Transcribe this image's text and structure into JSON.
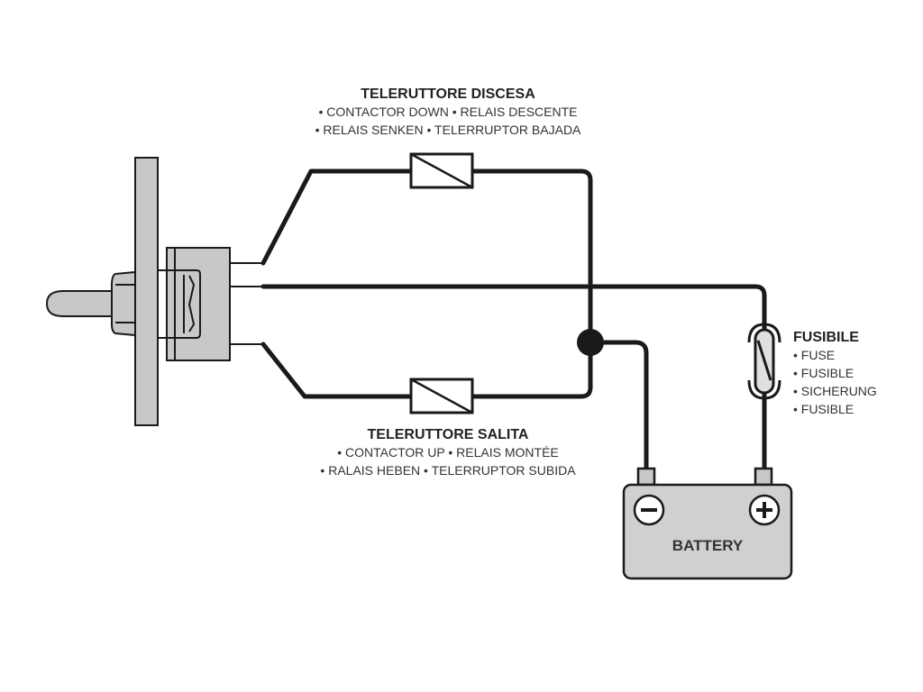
{
  "diagram": {
    "contactor_down": {
      "title": "TELERUTTORE DISCESA",
      "lines": [
        "• CONTACTOR DOWN • RELAIS DESCENTE",
        "• RELAIS SENKEN • TELERRUPTOR BAJADA"
      ]
    },
    "contactor_up": {
      "title": "TELERUTTORE SALITA",
      "lines": [
        "• CONTACTOR UP • RELAIS MONTÉE",
        "• RALAIS HEBEN • TELERRUPTOR SUBIDA"
      ]
    },
    "fuse": {
      "title": "FUSIBILE",
      "lines": [
        "• FUSE",
        "• FUSIBLE",
        "• SICHERUNG",
        "• FUSIBLE"
      ]
    },
    "battery": {
      "label": "BATTERY",
      "negative_symbol": "−",
      "positive_symbol": "+"
    },
    "colors": {
      "wire": "#1a1a1a",
      "component_fill": "#c8c8ca",
      "fuse_fill": "#e0e0e0"
    }
  }
}
